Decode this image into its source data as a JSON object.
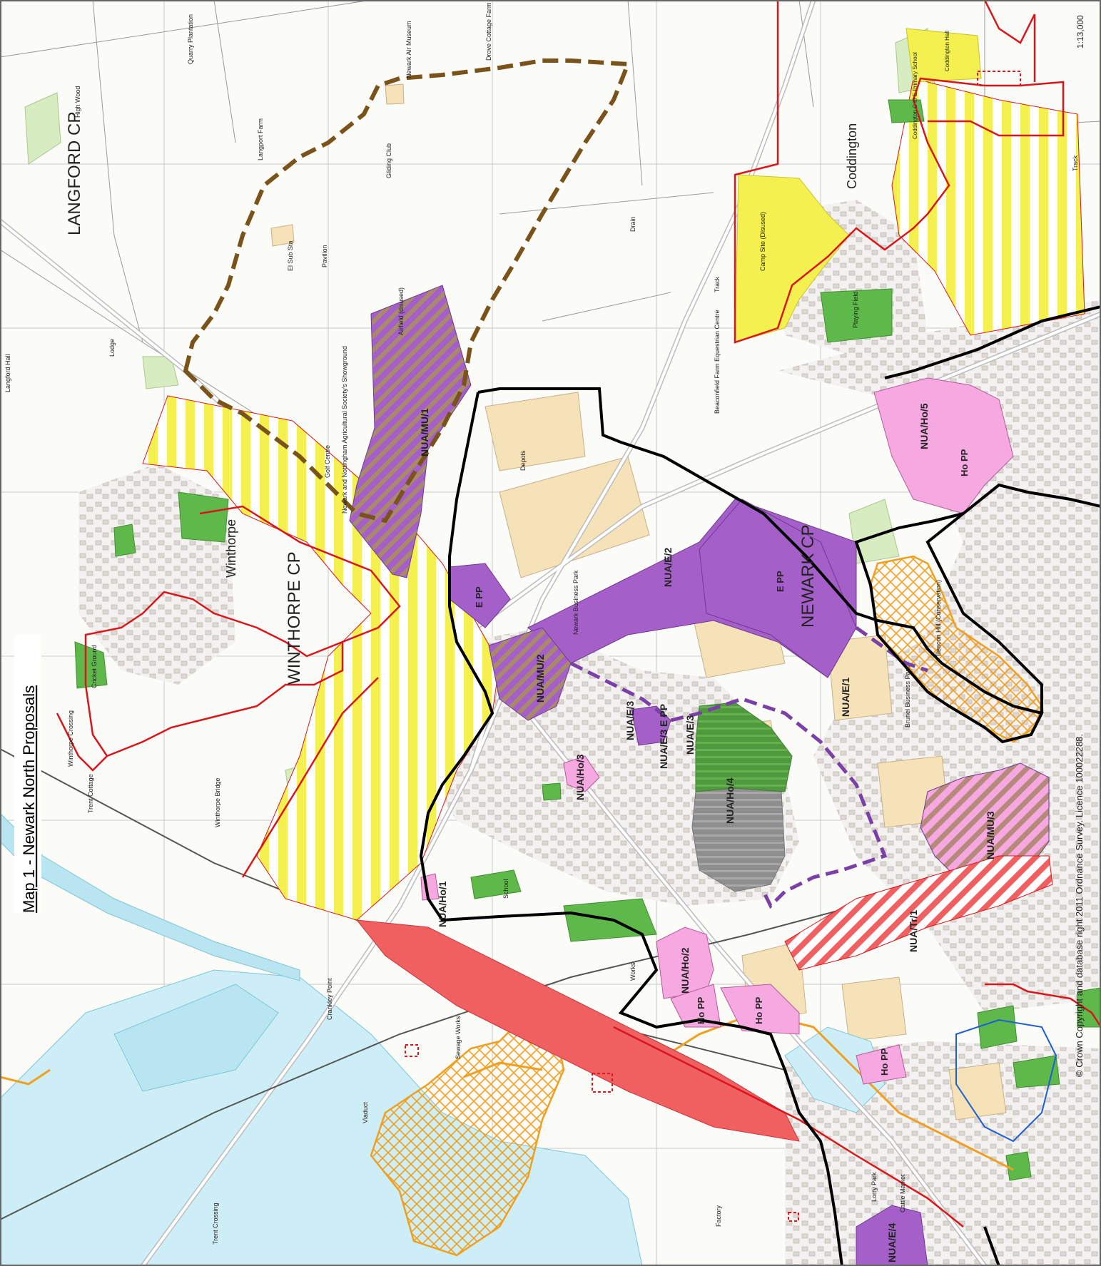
{
  "title": "Map 1 - Newark North Proposals",
  "scale": "1:13,000",
  "copyright": "© Crown Copyright and database right 2011 Ordnance Survey. Licence 100022288.",
  "colors": {
    "housing_proposal": "#f6a8e0",
    "employment_proposal": "#a55fc9",
    "mixed_use": "#a87f9a",
    "open_space": "#5fb84a",
    "safeguard_yellow": "#f3f04f",
    "settlement_boundary": "#d8161b",
    "urban_boundary": "#000000",
    "showground_boundary": "#7a531a",
    "flood_hatch": "#f0a020",
    "transport_red": "#f06060",
    "grey_site": "#999999"
  },
  "places": {
    "langford_cp": "LANGFORD CP",
    "winthorpe_cp": "WINTHORPE CP",
    "newark_cp": "NEWARK CP",
    "winthorpe": "Winthorpe",
    "coddington": "Coddington"
  },
  "site_labels": {
    "nua_mu_1": "NUA/MU/1",
    "nua_mu_2": "NUA/MU/2",
    "nua_mu_3": "NUA/MU/3",
    "nua_e_1": "NUA/E/1",
    "nua_e_2": "NUA/E/2",
    "nua_e_3a": "NUA/E/3",
    "nua_e_3b": "NUA/E/3 E PP",
    "nua_e_3c": "NUA/E/3",
    "nua_e_4": "NUA/E/4",
    "nua_ho_1": "NUA/Ho/1",
    "nua_ho_2": "NUA/Ho/2",
    "nua_ho_3": "NUA/Ho/3",
    "nua_ho_4": "NUA/Ho/4",
    "nua_ho_5": "NUA/Ho/5",
    "nua_tr_1": "NUA/Tr/1",
    "e_pp_1": "E PP",
    "e_pp_2": "E PP",
    "ho_pp_1": "Ho PP",
    "ho_pp_2": "Ho PP",
    "ho_pp_3": "Ho PP",
    "ho_pp_4": "Ho PP"
  },
  "map_text": {
    "high_wood": "High Wood",
    "langford_hall": "Langford Hall",
    "lodge": "Lodge",
    "quarry_plantation": "Quarry Plantation",
    "newark_air_museum": "Newark Air Museum",
    "drove_cottage_farm": "Drove Cottage Farm",
    "langport_farm": "Langport Farm",
    "gliding_club": "Gliding Club",
    "airfield_disused": "Airfield (disused)",
    "showground": "Newark and Nottingham Agricultural Society's Showground",
    "golf_centre": "Golf Centre",
    "pavilion": "Pavilion",
    "el_sub_sta": "El Sub Sta",
    "depots": "Depots",
    "newark_business_park": "Newark Business Park",
    "beaconfield_farm": "Beaconfield Farm Equestrian Centre",
    "camp_site": "Camp Site (Disused)",
    "playing_field": "Playing Field",
    "coddington_school": "Coddington C of E Primary School",
    "coddington_hall": "Coddington Hall",
    "brunel_business_park": "Brunel Business Park",
    "beacon_hill": "Beacon Hill (Conservation)",
    "cricket_ground": "Cricket Ground",
    "winthorpe_crossing": "Winthorpe Crossing",
    "trent_cottage": "Trent Cottage",
    "winthorpe_bridge": "Winthorpe Bridge",
    "sewage_works": "Sewage Works",
    "viaduct": "Viaduct",
    "crankley_point": "Crankley Point",
    "trent_crossing": "Trent Crossing",
    "works": "Works",
    "lorry_park": "Lorry Park",
    "cattle_market": "Cattle Market",
    "factory": "Factory",
    "school": "School",
    "track": "Track",
    "drain": "Drain"
  }
}
